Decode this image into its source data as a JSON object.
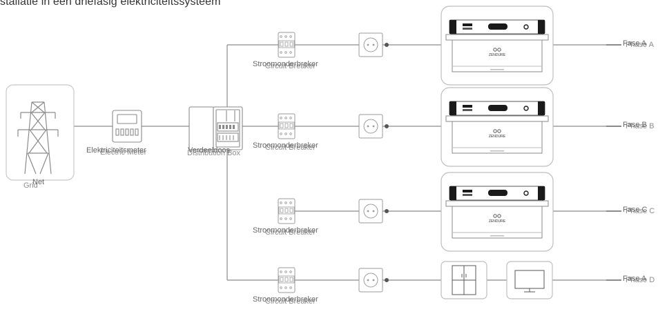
{
  "title": "stallatie in een driefasig elektriciteitssysteem",
  "grid": {
    "label_nl": "Net",
    "label_en": "Grid"
  },
  "meter": {
    "label_nl": "Elektriciteitsmeter",
    "label_en": "Electric Meter"
  },
  "distribution": {
    "label_nl": "Verdeeldoos",
    "label_en": "Distribution Box"
  },
  "breaker": {
    "label_nl": "Stroomonderbreker",
    "label_en": "Circuit Breaker"
  },
  "battery_brand": "ZENDURE",
  "phases": [
    {
      "label_nl": "Fase A",
      "label_en": "Phase A"
    },
    {
      "label_nl": "Fase B",
      "label_en": "Phase B"
    },
    {
      "label_nl": "Fase C",
      "label_en": "Phase C"
    },
    {
      "label_nl": "Fase A",
      "label_en": "Phase D"
    }
  ],
  "colors": {
    "line": "#8a8a8a",
    "stroke": "#9a9a9a",
    "dark": "#1a1a1a"
  }
}
